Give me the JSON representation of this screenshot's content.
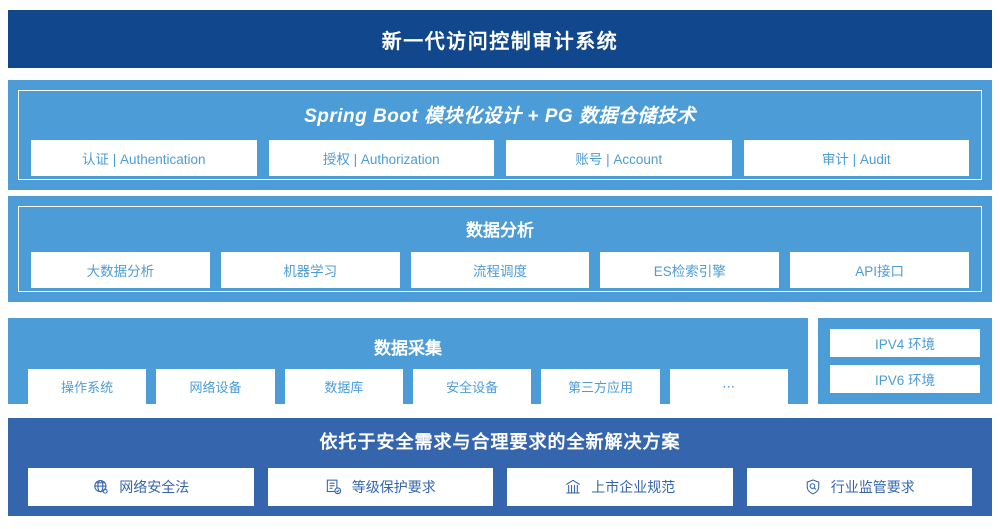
{
  "header": {
    "title": "新一代访问控制审计系统",
    "bg_color": "#11478c",
    "text_color": "#ffffff"
  },
  "colors": {
    "light_blue": "#4c9cd8",
    "dark_blue": "#11478c",
    "medium_blue": "#3566ad",
    "card_bg": "#ffffff"
  },
  "sections": {
    "springboot": {
      "title": "Spring Boot 模块化设计 + PG 数据仓储技术",
      "cards": [
        {
          "label": "认证 | Authentication"
        },
        {
          "label": "授权 | Authorization"
        },
        {
          "label": "账号 | Account"
        },
        {
          "label": "审计 | Audit"
        }
      ]
    },
    "analysis": {
      "title": "数据分析",
      "cards": [
        {
          "label": "大数据分析"
        },
        {
          "label": "机器学习"
        },
        {
          "label": "流程调度"
        },
        {
          "label": "ES检索引擎"
        },
        {
          "label": "API接口"
        }
      ]
    },
    "collect": {
      "title": "数据采集",
      "cards": [
        {
          "label": "操作系统"
        },
        {
          "label": "网络设备"
        },
        {
          "label": "数据库"
        },
        {
          "label": "安全设备"
        },
        {
          "label": "第三方应用"
        },
        {
          "label": "⋯"
        }
      ]
    },
    "ipv": {
      "cards": [
        {
          "label": "IPV4 环境"
        },
        {
          "label": "IPV6 环境"
        }
      ]
    },
    "solution": {
      "title": "依托于安全需求与合理要求的全新解决方案",
      "cards": [
        {
          "label": "网络安全法",
          "icon": "globe-icon"
        },
        {
          "label": "等级保护要求",
          "icon": "document-check-icon"
        },
        {
          "label": "上市企业规范",
          "icon": "bank-icon"
        },
        {
          "label": "行业监管要求",
          "icon": "shield-search-icon"
        }
      ]
    }
  }
}
